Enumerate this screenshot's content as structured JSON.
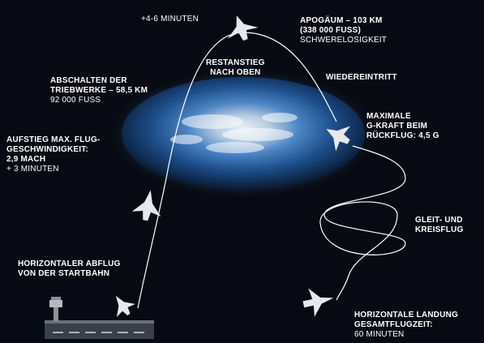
{
  "top_time": "+4-6 MINUTEN",
  "apogee": {
    "line1": "APOGÄUM – 103 KM",
    "line2": "(338 000 FUSS)",
    "line3": "SCHWERELOSIGKEIT"
  },
  "restanstieg": {
    "line1": "RESTANSTIEG",
    "line2": "NACH OBEN"
  },
  "wiedereintritt": "WIEDEREINTRITT",
  "abschalten": {
    "line1": "ABSCHALTEN DER",
    "line2": "TRIEBWERKE – 58,5 KM",
    "line3": "92 000 FUSS"
  },
  "max_g": {
    "line1": "MAXIMALE",
    "line2": "G-KRAFT BEIM",
    "line3": "RÜCKFLUG: 4,5 G"
  },
  "aufstieg": {
    "line1": "AUFSTIEG MAX. FLUG-",
    "line2": "GESCHWINDIGKEIT:",
    "line3": "2,9 MACH",
    "line4": "+ 3 MINUTEN"
  },
  "gleit": {
    "line1": "GLEIT- UND",
    "line2": "KREISFLUG"
  },
  "abflug": {
    "line1": "HORIZONTALER ABFLUG",
    "line2": "VON DER STARTBAHN"
  },
  "landung": {
    "line1": "HORIZONTALE LANDUNG",
    "line2": "GESAMTFLUGZEIT:",
    "line3": "60 MINUTEN"
  },
  "colors": {
    "background": "#070a12",
    "text": "#ffffff",
    "path": "#ffffff",
    "earth_blue": "#2f6fb5"
  }
}
